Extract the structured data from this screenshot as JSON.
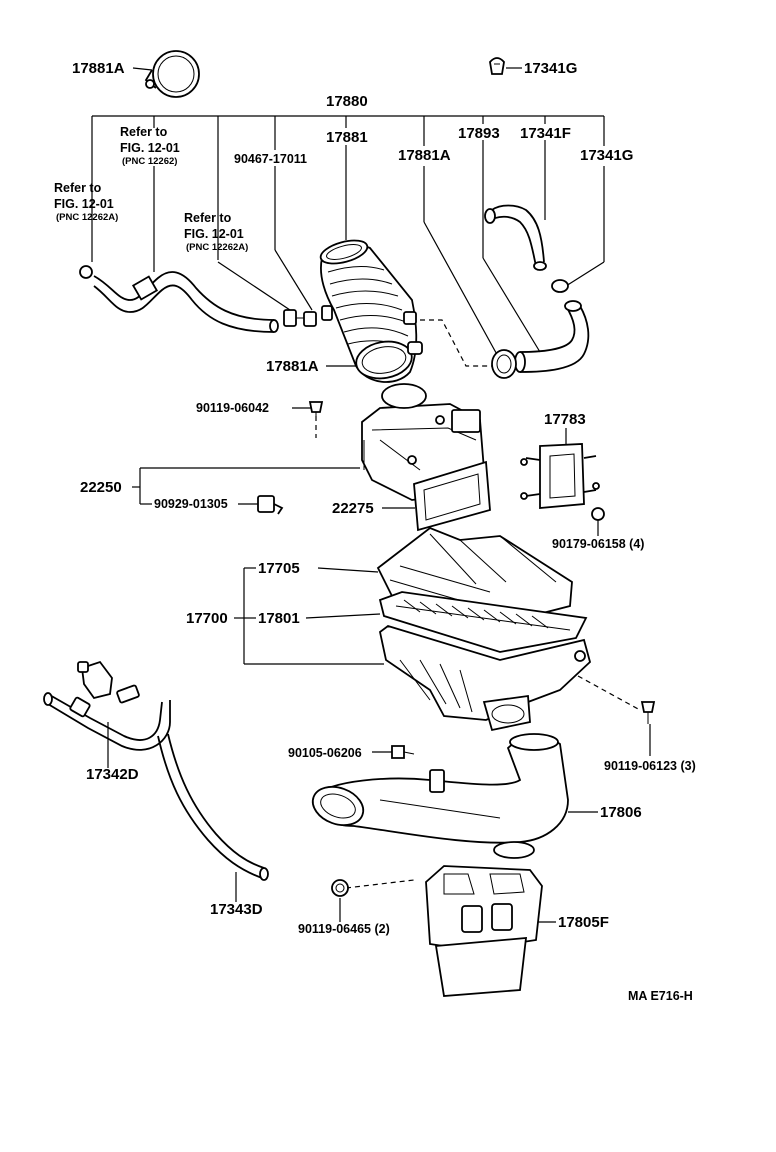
{
  "labels": {
    "p17881A_top": "17881A",
    "p17341G_top": "17341G",
    "p17880": "17880",
    "p17881": "17881",
    "p90467": "90467-17011",
    "p17893": "17893",
    "p17341F": "17341F",
    "p17881A_mid": "17881A",
    "p17341G_right": "17341G",
    "ref1_a": "Refer to",
    "ref1_b": "FIG. 12-01",
    "ref1_c": "(PNC 12262)",
    "ref2_a": "Refer to",
    "ref2_b": "FIG. 12-01",
    "ref2_c": "(PNC 12262A)",
    "ref3_a": "Refer to",
    "ref3_b": "FIG. 12-01",
    "ref3_c": "(PNC 12262A)",
    "p17881A_low": "17881A",
    "p90119_06042": "90119-06042",
    "p17783": "17783",
    "p22250": "22250",
    "p90929": "90929-01305",
    "p22275": "22275",
    "p90179": "90179-06158 (4)",
    "p17705": "17705",
    "p17700": "17700",
    "p17801": "17801",
    "p90105": "90105-06206",
    "p17342D": "17342D",
    "p90119_06123": "90119-06123 (3)",
    "p17806": "17806",
    "p17343D": "17343D",
    "p90119_06465": "90119-06465 (2)",
    "p17805F": "17805F",
    "footer": "MA E716-H"
  }
}
